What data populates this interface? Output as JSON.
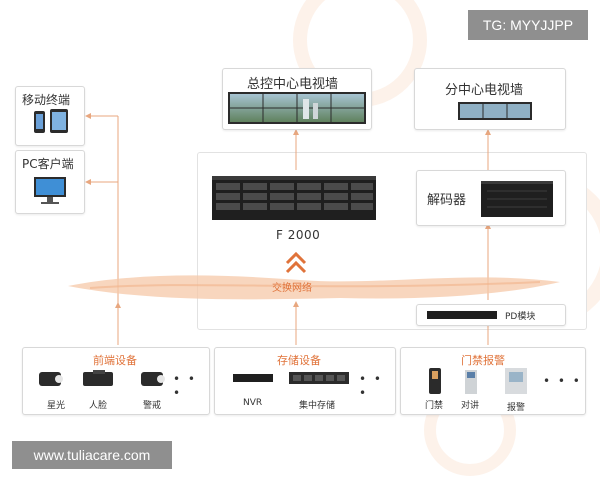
{
  "watermark_top": "TG: MYYJJPP",
  "watermark_bottom": "www.tuliacare.com",
  "mobile": {
    "title": "移动终端"
  },
  "pc": {
    "title": "PC客户端"
  },
  "main_wall": {
    "title": "总控中心电视墙"
  },
  "sub_wall": {
    "title": "分中心电视墙"
  },
  "server": {
    "label": "F 2000"
  },
  "decoder": {
    "title": "解码器"
  },
  "network": {
    "label": "交换网络"
  },
  "pd_module": {
    "label": "PD模块"
  },
  "front_devices": {
    "title": "前端设备",
    "items": [
      "星光",
      "人脸",
      "警戒"
    ],
    "more": "• • •"
  },
  "storage": {
    "title": "存储设备",
    "items": [
      "NVR",
      "集中存储"
    ],
    "more": "• • •"
  },
  "access": {
    "title": "门禁报警",
    "items": [
      "门禁",
      "对讲",
      "报警"
    ],
    "more": "• • •"
  },
  "colors": {
    "accent": "#e0733a",
    "line": "#e8a77f",
    "wave": "#f6c8a8",
    "device": "#2b2b2b"
  }
}
